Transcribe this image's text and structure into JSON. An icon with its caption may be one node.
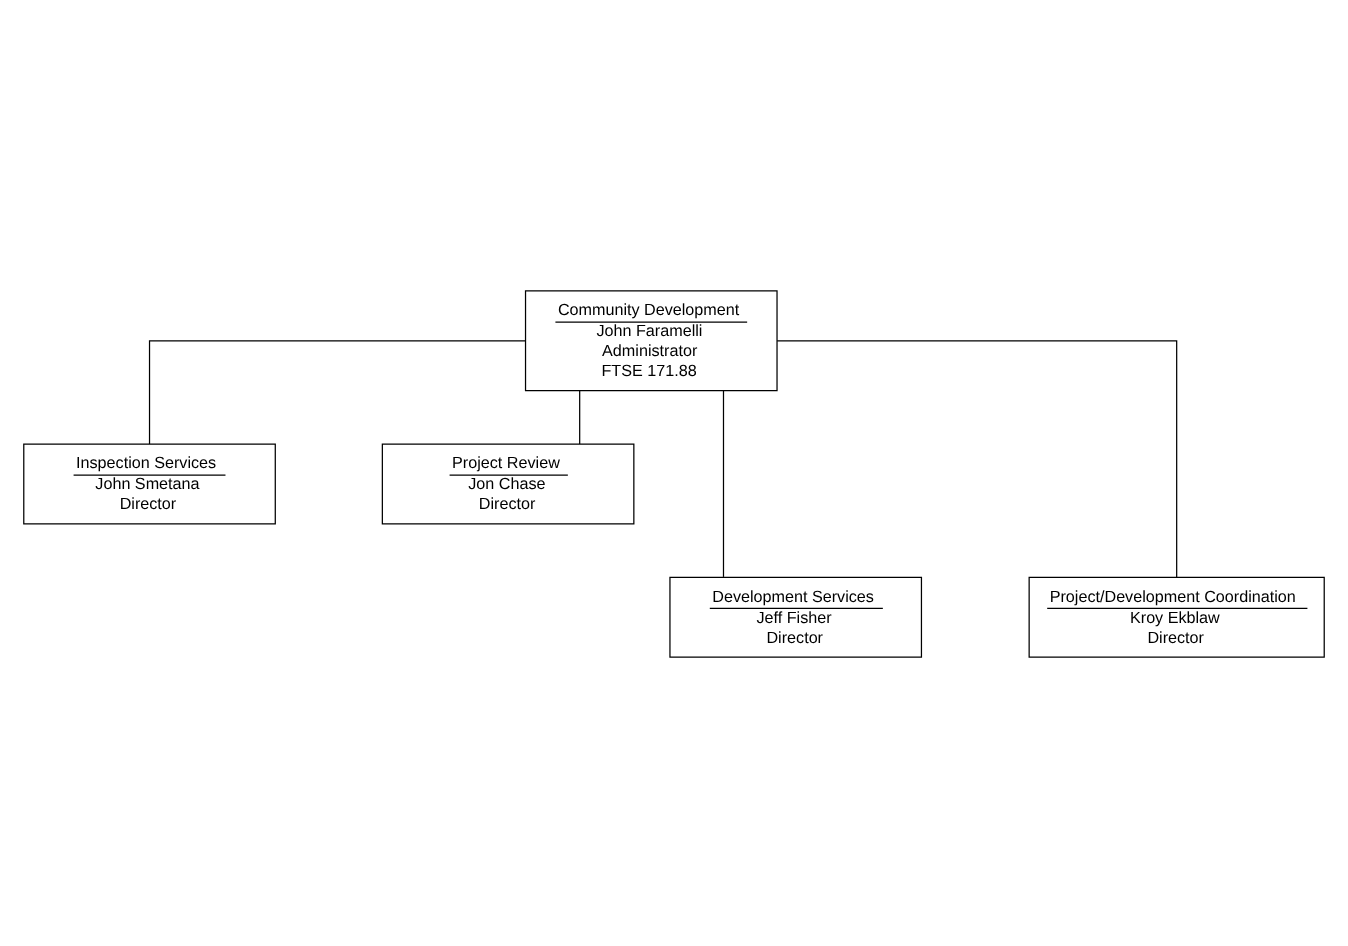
{
  "diagram": {
    "nodes": [
      {
        "text": [
          "Community Development",
          "John Faramelli",
          "Administrator",
          "FTSE 171.88"
        ]
      },
      {
        "text": [
          "Inspection Services",
          "John Smetana",
          "Director"
        ]
      },
      {
        "text": [
          "Project Review",
          "Jon Chase",
          "Director"
        ]
      },
      {
        "text": [
          "Development Services",
          "Jeff Fisher",
          "Director"
        ]
      },
      {
        "text": [
          "Project/Development Coordination",
          "Kroy Ekblaw",
          "Director"
        ]
      }
    ],
    "edges": [
      {
        "from": 0,
        "to": 1,
        "arrow": "none"
      },
      {
        "from": 0,
        "to": 2,
        "arrow": "none"
      },
      {
        "from": 0,
        "to": 3,
        "arrow": "none"
      },
      {
        "from": 0,
        "to": 4,
        "arrow": "none"
      }
    ]
  }
}
